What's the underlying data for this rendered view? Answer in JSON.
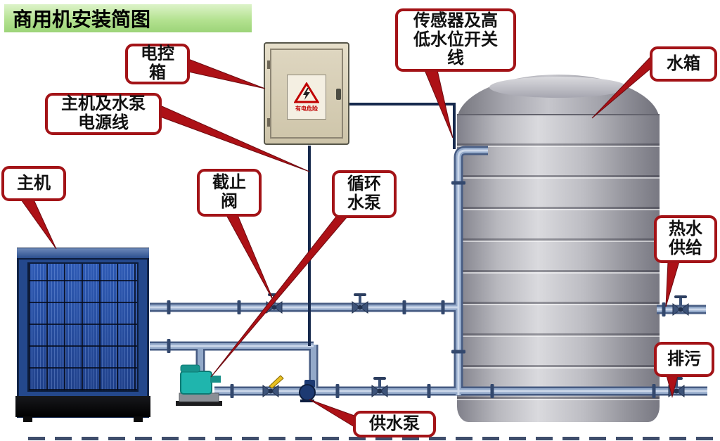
{
  "title": "商用机安装简图",
  "callouts": {
    "control_box": "电控箱",
    "power_line": "主机及水泵电源线",
    "sensor_line": "传感器及高低水位开关线",
    "water_tank": "水箱",
    "main_unit": "主机",
    "stop_valve": "截止阀",
    "circulation_pump": "循环水泵",
    "hot_water": "热水供给",
    "drain": "排污",
    "supply_pump": "供水泵"
  },
  "warning_sign": "有电危险",
  "colors": {
    "callout_border": "#a31317",
    "title_bg": "#aede8a",
    "pipe": "#93a9c9",
    "pump_teal": "#1fb5ad",
    "heatpump_blue": "#24488c",
    "tank_gray": "#b8b8be"
  }
}
